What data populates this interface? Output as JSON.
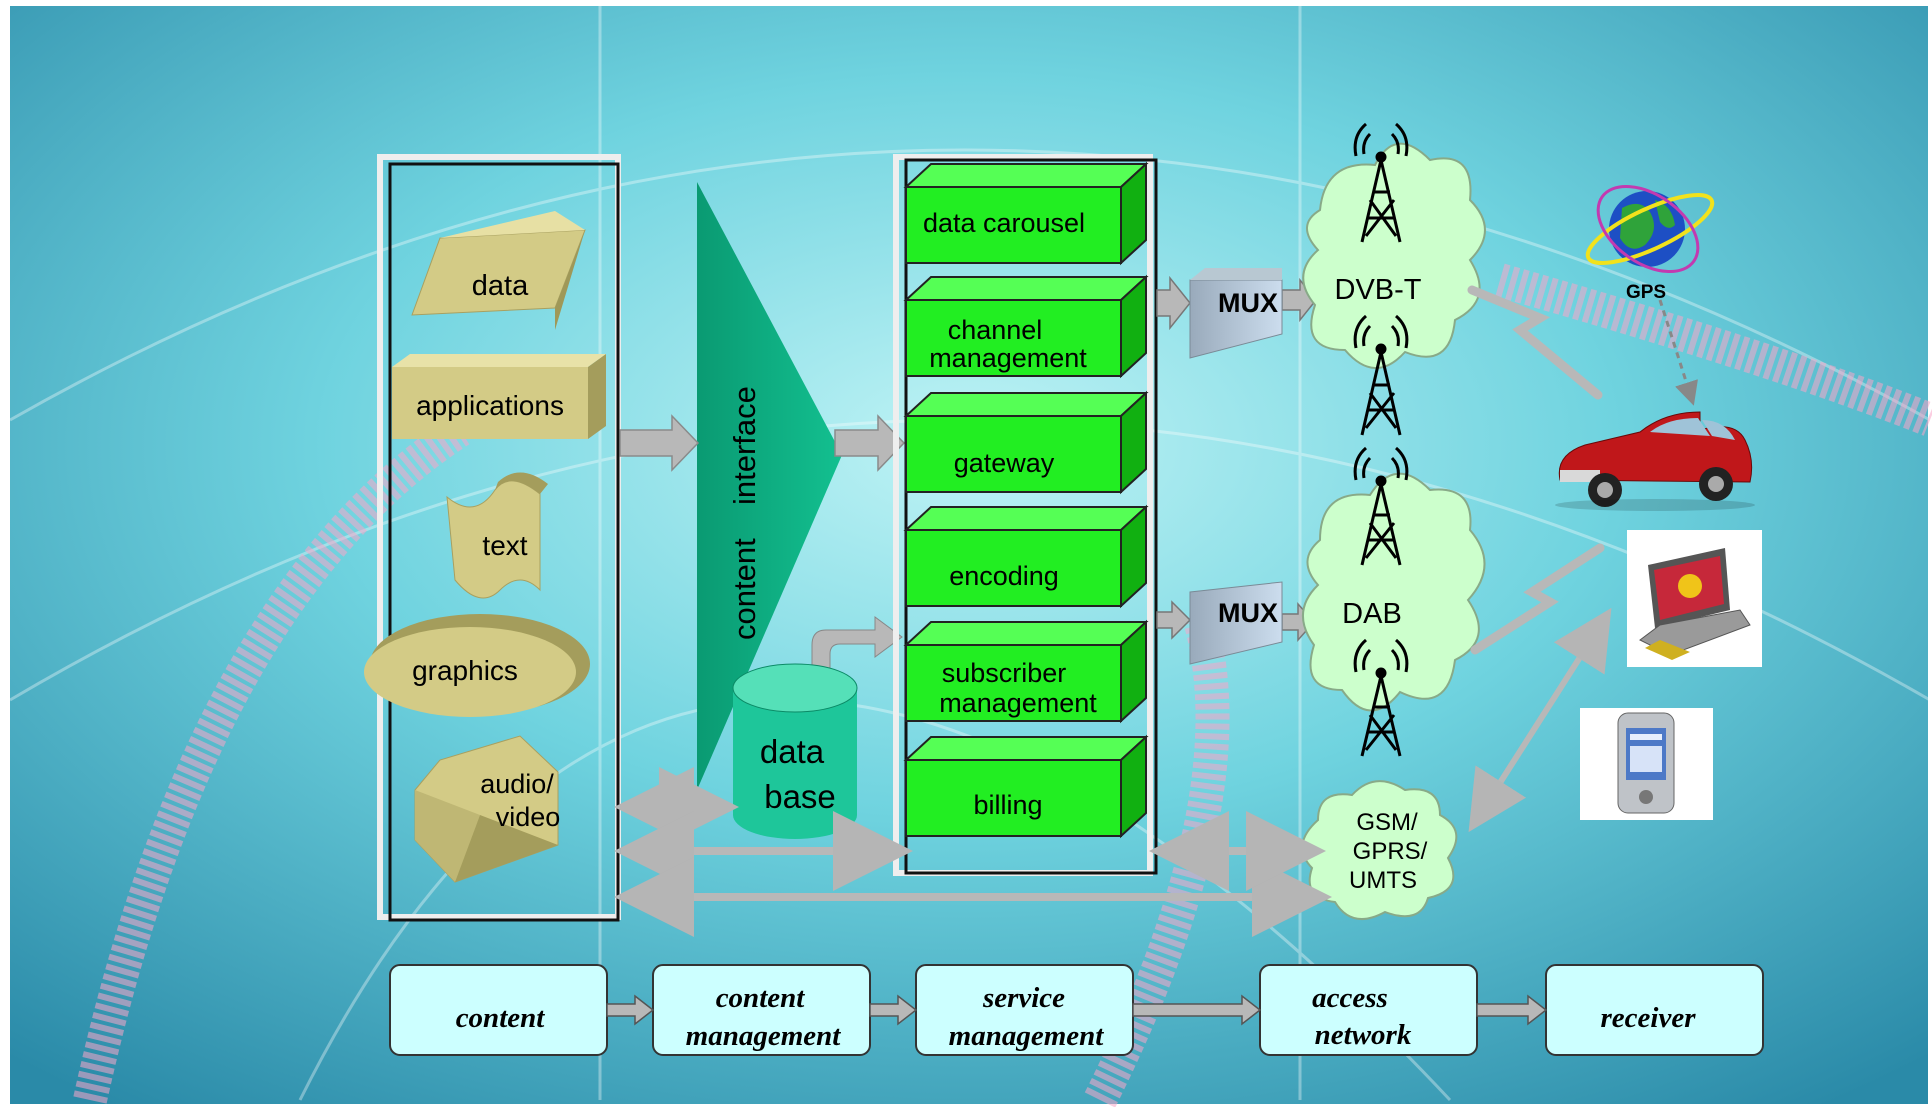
{
  "content_items": {
    "data": "data",
    "applications": "applications",
    "text": "text",
    "graphics": "graphics",
    "audio_video_line1": "audio/",
    "audio_video_line2": "video"
  },
  "content_interface": {
    "line1": "content",
    "line2": "interface"
  },
  "database": {
    "line1": "data",
    "line2": "base"
  },
  "service_blocks": {
    "data_carousel": "data carousel",
    "channel_management_line1": "channel",
    "channel_management_line2": "management",
    "gateway": "gateway",
    "encoding": "encoding",
    "subscriber_management_line1": "subscriber",
    "subscriber_management_line2": "management",
    "billing": "billing"
  },
  "multiplexers": {
    "mux_top": "MUX",
    "mux_bottom": "MUX"
  },
  "networks": {
    "dvbt": "DVB-T",
    "dab": "DAB",
    "gsm_line1": "GSM/",
    "gsm_line2": "GPRS/",
    "gsm_line3": "UMTS"
  },
  "receivers": {
    "gps": "GPS"
  },
  "pipeline": {
    "content": "content",
    "content_management_line1": "content",
    "content_management_line2": "management",
    "service_management_line1": "service",
    "service_management_line2": "management",
    "access_network_line1": "access",
    "access_network_line2": "network",
    "receiver": "receiver"
  },
  "colors": {
    "background": "#5cc8d6",
    "service_green": "#22ee22",
    "content_khaki": "#d4cc88",
    "interface_teal": "#0faa80",
    "cloud": "#ccffcc",
    "pipeline_box": "#ccffff",
    "arrow_grey": "#b8b8b8"
  }
}
